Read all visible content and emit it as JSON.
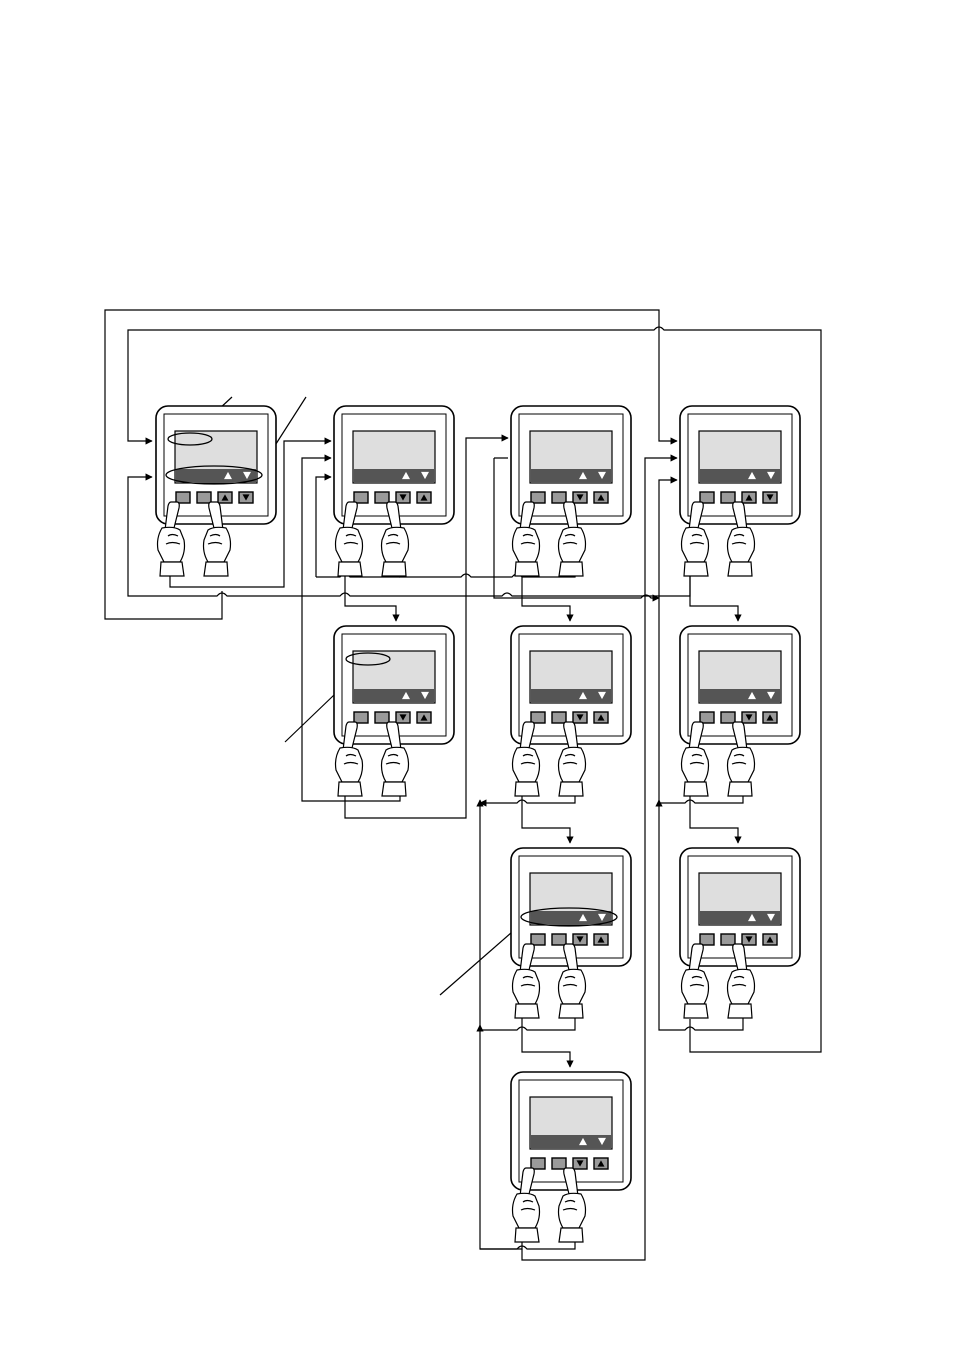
{
  "diagram": {
    "controllers": [
      {
        "id": "a",
        "col": 1,
        "row": 1,
        "tri_a": "up",
        "tri_b": "down",
        "key_3": "up",
        "key_4": "down",
        "highlight": "top-and-bar"
      },
      {
        "id": "b",
        "col": 2,
        "row": 1,
        "tri_a": "up",
        "tri_b": "down",
        "key_3": "down",
        "key_4": "up",
        "highlight": "none"
      },
      {
        "id": "c",
        "col": 3,
        "row": 1,
        "tri_a": "up",
        "tri_b": "down",
        "key_3": "down",
        "key_4": "up",
        "highlight": "none"
      },
      {
        "id": "d",
        "col": 4,
        "row": 1,
        "tri_a": "up",
        "tri_b": "down",
        "key_3": "up",
        "key_4": "down",
        "highlight": "none"
      },
      {
        "id": "e",
        "col": 2,
        "row": 2,
        "tri_a": "up",
        "tri_b": "down",
        "key_3": "down",
        "key_4": "up",
        "highlight": "top"
      },
      {
        "id": "f",
        "col": 3,
        "row": 2,
        "tri_a": "up",
        "tri_b": "down",
        "key_3": "down",
        "key_4": "up",
        "highlight": "none"
      },
      {
        "id": "g",
        "col": 4,
        "row": 2,
        "tri_a": "up",
        "tri_b": "down",
        "key_3": "down",
        "key_4": "up",
        "highlight": "none"
      },
      {
        "id": "h",
        "col": 3,
        "row": 3,
        "tri_a": "up",
        "tri_b": "down",
        "key_3": "down",
        "key_4": "up",
        "highlight": "bar"
      },
      {
        "id": "i",
        "col": 4,
        "row": 3,
        "tri_a": "up",
        "tri_b": "down",
        "key_3": "down",
        "key_4": "up",
        "highlight": "none"
      },
      {
        "id": "j",
        "col": 3,
        "row": 4,
        "tri_a": "up",
        "tri_b": "down",
        "key_3": "down",
        "key_4": "up",
        "highlight": "none"
      }
    ],
    "hand_press": "two-fingers-on-first-two-keys",
    "colors": {
      "line": "#000000",
      "lcd": "#dedede",
      "bar": "#555555",
      "key": "#9a9a9a",
      "background": "#ffffff"
    }
  }
}
